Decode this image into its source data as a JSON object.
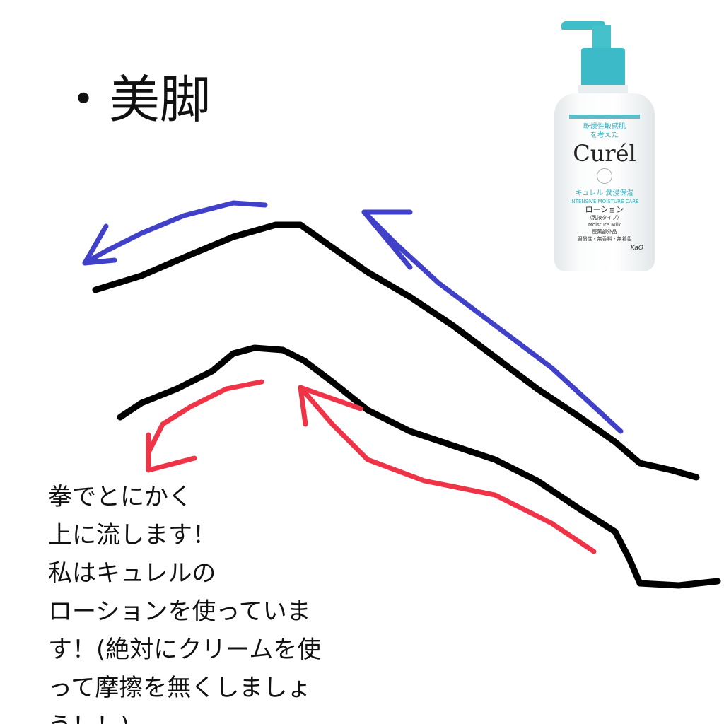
{
  "title": "・美脚",
  "note_lines": [
    "拳でとにかく",
    "上に流します！",
    "私はキュレルの",
    "ローションを使っていま",
    "す！(絶対にクリームを使",
    "って摩擦を無くしましょ",
    "う！！)"
  ],
  "colors": {
    "leg_outline": "#000000",
    "upward_arrows_top": "#4040c8",
    "upward_arrows_bottom": "#f03448",
    "bottle_accent": "#3cbac7"
  },
  "bottle": {
    "line1": "乾燥性敏感肌",
    "line2": "を考えた",
    "brand": "Curél",
    "series": "キュレル 潤浸保湿",
    "series_en": "INTENSIVE MOISTURE CARE",
    "product": "ローション",
    "type": "（乳液タイプ）",
    "product_en": "Moisture Milk",
    "category": "医薬部外品",
    "features": "弱酸性・無香料・無着色",
    "maker": "KaO"
  }
}
